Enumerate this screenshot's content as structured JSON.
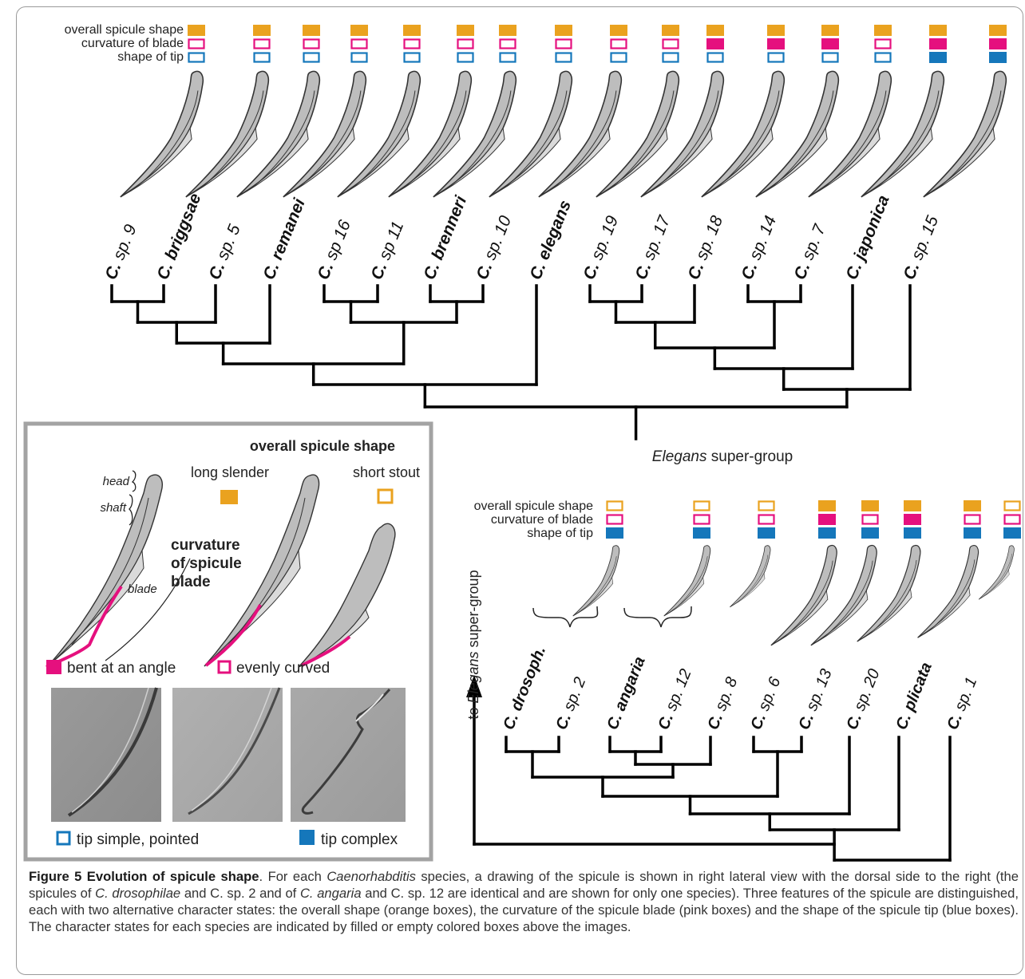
{
  "colors": {
    "orange": "#eaa21f",
    "pink": "#e5107e",
    "blue": "#1577bb",
    "spicule_fill": "#bdbdbd",
    "spicule_light": "#dadada",
    "tree": "#000000"
  },
  "top_panel": {
    "legend_rows": [
      "overall spicule shape",
      "curvature of blade",
      "shape of tip"
    ],
    "group_label_italic": "Elegans",
    "group_label_rest": " super-group",
    "species": [
      {
        "genus": "C.",
        "name": "sp. 9",
        "italic_name": false,
        "shape": "filled",
        "curvature": "empty",
        "tip": "empty"
      },
      {
        "genus": "C.",
        "name": "briggsae",
        "italic_name": true,
        "shape": "filled",
        "curvature": "empty",
        "tip": "empty"
      },
      {
        "genus": "C.",
        "name": "sp. 5",
        "italic_name": false,
        "shape": "filled",
        "curvature": "empty",
        "tip": "empty"
      },
      {
        "genus": "C.",
        "name": "remanei",
        "italic_name": true,
        "shape": "filled",
        "curvature": "empty",
        "tip": "empty"
      },
      {
        "genus": "C.",
        "name": "sp 16",
        "italic_name": false,
        "shape": "filled",
        "curvature": "empty",
        "tip": "empty"
      },
      {
        "genus": "C.",
        "name": "sp 11",
        "italic_name": false,
        "shape": "filled",
        "curvature": "empty",
        "tip": "empty"
      },
      {
        "genus": "C.",
        "name": "brenneri",
        "italic_name": true,
        "shape": "filled",
        "curvature": "empty",
        "tip": "empty"
      },
      {
        "genus": "C.",
        "name": "sp. 10",
        "italic_name": false,
        "shape": "filled",
        "curvature": "empty",
        "tip": "empty"
      },
      {
        "genus": "C.",
        "name": "elegans",
        "italic_name": true,
        "shape": "filled",
        "curvature": "empty",
        "tip": "empty"
      },
      {
        "genus": "C.",
        "name": "sp. 19",
        "italic_name": false,
        "shape": "filled",
        "curvature": "empty",
        "tip": "empty"
      },
      {
        "genus": "C.",
        "name": "sp. 17",
        "italic_name": false,
        "shape": "filled",
        "curvature": "filled",
        "tip": "empty"
      },
      {
        "genus": "C.",
        "name": "sp. 18",
        "italic_name": false,
        "shape": "filled",
        "curvature": "filled",
        "tip": "empty"
      },
      {
        "genus": "C.",
        "name": "sp. 14",
        "italic_name": false,
        "shape": "filled",
        "curvature": "filled",
        "tip": "empty"
      },
      {
        "genus": "C.",
        "name": "sp. 7",
        "italic_name": false,
        "shape": "filled",
        "curvature": "empty",
        "tip": "empty"
      },
      {
        "genus": "C.",
        "name": "japonica",
        "italic_name": true,
        "shape": "filled",
        "curvature": "filled",
        "tip": "filled"
      },
      {
        "genus": "C.",
        "name": "sp. 15",
        "italic_name": false,
        "shape": "filled",
        "curvature": "filled",
        "tip": "filled"
      },
      {
        "genus": "",
        "name": "",
        "italic_name": false,
        "shape": "filled",
        "curvature": "empty",
        "tip": "empty"
      }
    ]
  },
  "bottom_panel": {
    "legend_rows": [
      "overall spicule shape",
      "curvature of blade",
      "shape of tip"
    ],
    "outgroup_label_prefix": "to ",
    "outgroup_label_italic": "Elegans",
    "outgroup_label_rest": " super-group",
    "species": [
      {
        "genus": "C.",
        "name": "drosoph.",
        "italic_name": true
      },
      {
        "genus": "C.",
        "name": "sp. 2",
        "italic_name": false
      },
      {
        "genus": "C.",
        "name": "angaria",
        "italic_name": true
      },
      {
        "genus": "C.",
        "name": "sp. 12",
        "italic_name": false
      },
      {
        "genus": "C.",
        "name": "sp. 8",
        "italic_name": false
      },
      {
        "genus": "C.",
        "name": "sp. 6",
        "italic_name": false
      },
      {
        "genus": "C.",
        "name": "sp. 13",
        "italic_name": false
      },
      {
        "genus": "C.",
        "name": "sp. 20",
        "italic_name": false
      },
      {
        "genus": "C.",
        "name": "plicata",
        "italic_name": true
      },
      {
        "genus": "C.",
        "name": "sp. 1",
        "italic_name": false
      }
    ],
    "character_columns": [
      {
        "shape": "empty",
        "curvature": "empty",
        "tip": "filled"
      },
      {
        "shape": "empty",
        "curvature": "empty",
        "tip": "filled"
      },
      {
        "shape": "empty",
        "curvature": "empty",
        "tip": "filled"
      },
      {
        "shape": "filled",
        "curvature": "filled",
        "tip": "filled"
      },
      {
        "shape": "filled",
        "curvature": "empty",
        "tip": "filled"
      },
      {
        "shape": "filled",
        "curvature": "filled",
        "tip": "filled"
      },
      {
        "shape": "filled",
        "curvature": "empty",
        "tip": "filled"
      },
      {
        "shape": "empty",
        "curvature": "empty",
        "tip": "filled"
      }
    ]
  },
  "legend_box": {
    "title": "overall spicule shape",
    "shape_filled_label": "long slender",
    "shape_empty_label": "short stout",
    "part_head": "head",
    "part_shaft": "shaft",
    "part_blade": "blade",
    "curvature_title": [
      "curvature",
      "of spicule",
      "blade"
    ],
    "curvature_filled_label": "bent at an angle",
    "curvature_empty_label": "evenly curved",
    "tip_simple_label": "tip simple, pointed",
    "tip_complex_label": "tip complex"
  },
  "caption": {
    "title": "Figure 5 Evolution of spicule shape",
    "text_1": ". For each ",
    "genus": "Caenorhabditis",
    "text_2": " species, a drawing of the spicule is shown in right lateral view with the dorsal side to the right (the spicules of ",
    "sp_a": "C. drosophilae",
    "text_3": " and C. sp. 2 and of ",
    "sp_b": "C. angaria",
    "text_4": " and C. sp. 12 are identical and are shown for only one species). Three features of the spicule are distinguished, each with two alternative character states: the overall shape (orange boxes), the curvature of the spicule blade (pink boxes) and the shape of the spicule tip (blue boxes). The character states for each species are indicated by filled or empty colored boxes above the images."
  }
}
